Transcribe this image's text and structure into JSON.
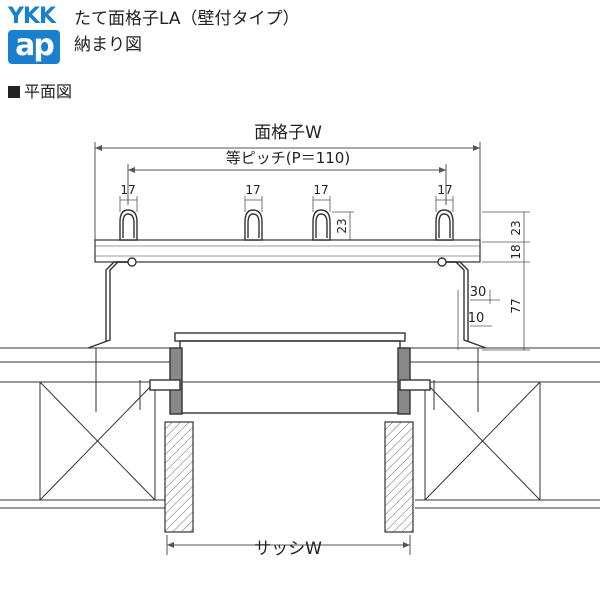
{
  "logo": {
    "top": "YKK",
    "bottom": "ap"
  },
  "title": "たて面格子LA（壁付タイプ）",
  "subtitle": "納まり図",
  "section_label": "平面図",
  "dims": {
    "overall": "面格子W",
    "pitch": "等ピッチ(P＝110)",
    "bar_width": "17",
    "bar_depth": "23",
    "right_top": "23",
    "right_mid": "18",
    "right_bottom": "77",
    "bracket_30": "30",
    "bracket_10": "10",
    "sash": "サッシW"
  }
}
